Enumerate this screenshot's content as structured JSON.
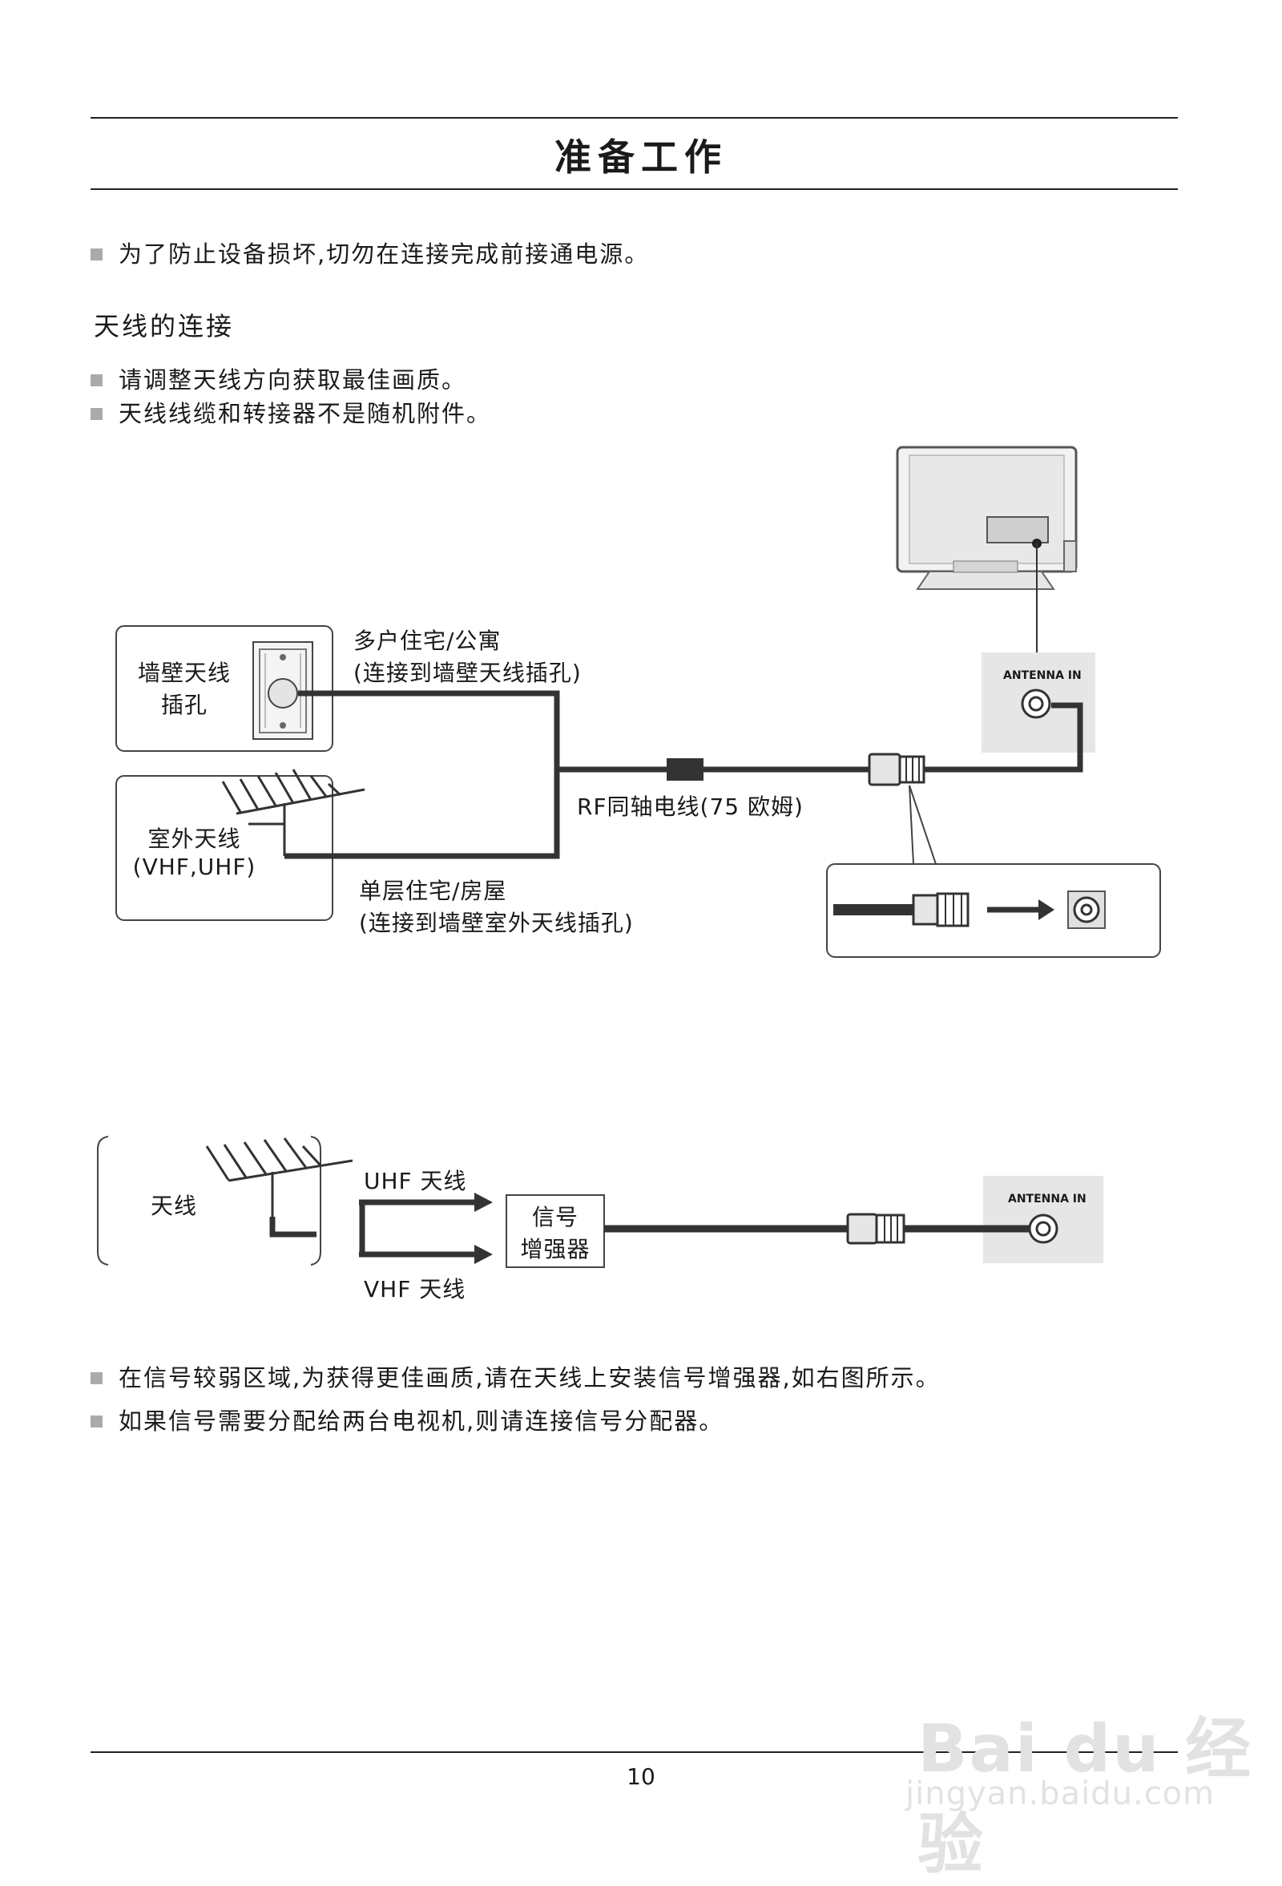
{
  "page": {
    "title": "准备工作",
    "intro_bullet": "为了防止设备损坏,切勿在连接完成前接通电源。",
    "section_title": "天线的连接",
    "section_bullets": [
      "请调整天线方向获取最佳画质。",
      "天线线缆和转接器不是随机附件。"
    ],
    "bottom_bullets": [
      "在信号较弱区域,为获得更佳画质,请在天线上安装信号增强器,如右图所示。",
      "如果信号需要分配给两台电视机,则请连接信号分配器。"
    ],
    "page_number": "10"
  },
  "diagram1": {
    "wall_jack_label": [
      "墙壁天线",
      "插孔"
    ],
    "outdoor_label": [
      "室外天线",
      "(VHF,UHF)"
    ],
    "apartment_label": [
      "多户住宅/公寓",
      "(连接到墙壁天线插孔)"
    ],
    "house_label": [
      "单层住宅/房屋",
      "(连接到墙壁室外天线插孔)"
    ],
    "cable_label": "RF同轴电线(75 欧姆)",
    "port_label": "ANTENNA IN"
  },
  "diagram2": {
    "antenna_label": "天线",
    "uhf_label": "UHF 天线",
    "vhf_label": "VHF 天线",
    "amplifier_label": [
      "信号",
      "增强器"
    ],
    "port_label": "ANTENNA IN"
  },
  "watermark": {
    "brand": "Bai du 经验",
    "url": "jingyan.baidu.com"
  },
  "colors": {
    "text": "#1a1a1a",
    "rule": "#222222",
    "cable": "#333333",
    "panel_gray": "#e6e6e6",
    "bullet_square": "#aaaaaa",
    "watermark": "#e2e2e2"
  }
}
